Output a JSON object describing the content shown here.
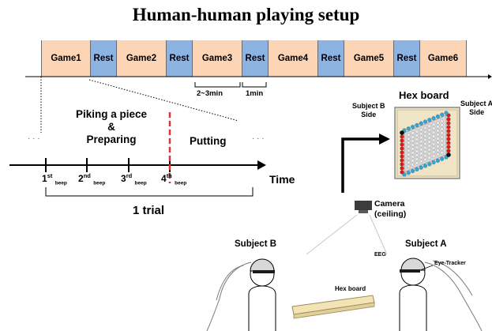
{
  "title": "Human-human playing setup",
  "timeline": {
    "segments": [
      {
        "label": "Game1",
        "kind": "game"
      },
      {
        "label": "Rest",
        "kind": "rest"
      },
      {
        "label": "Game2",
        "kind": "game"
      },
      {
        "label": "Rest",
        "kind": "rest"
      },
      {
        "label": "Game3",
        "kind": "game"
      },
      {
        "label": "Rest",
        "kind": "rest"
      },
      {
        "label": "Game4",
        "kind": "game"
      },
      {
        "label": "Rest",
        "kind": "rest"
      },
      {
        "label": "Game5",
        "kind": "game"
      },
      {
        "label": "Rest",
        "kind": "rest"
      },
      {
        "label": "Game6",
        "kind": "game"
      }
    ],
    "game_duration": "2~3min",
    "rest_duration": "1min",
    "colors": {
      "game": "#fbd5b5",
      "rest": "#8db3e2"
    }
  },
  "trial": {
    "phase1_line1": "Piking a piece",
    "phase1_line2": "&",
    "phase1_line3": "Preparing",
    "phase2": "Putting",
    "ellipsis": "· · ·",
    "beeps": [
      {
        "num": "1",
        "ord": "st",
        "sub": "beep"
      },
      {
        "num": "2",
        "ord": "nd",
        "sub": "beep"
      },
      {
        "num": "3",
        "ord": "rd",
        "sub": "beep"
      },
      {
        "num": "4",
        "ord": "th",
        "sub": "beep"
      }
    ],
    "time_label": "Time",
    "trial_label": "1 trial",
    "divider_color": "#e03030"
  },
  "setup": {
    "hex_board_title": "Hex board",
    "subject_b_side_line1": "Subject B",
    "subject_b_side_line2": "Side",
    "subject_a_side_line1": "Subject A",
    "subject_a_side_line2": "Side",
    "camera_line1": "Camera",
    "camera_line2": "(ceiling)",
    "subject_b": "Subject B",
    "subject_a": "Subject A",
    "eeg": "EEG",
    "eye_tracker": "Eye-Tracker",
    "table_label": "Hex board",
    "board_colors": {
      "red": "#e01818",
      "blue": "#2aa7de",
      "frame": "#f0e6c8"
    }
  }
}
